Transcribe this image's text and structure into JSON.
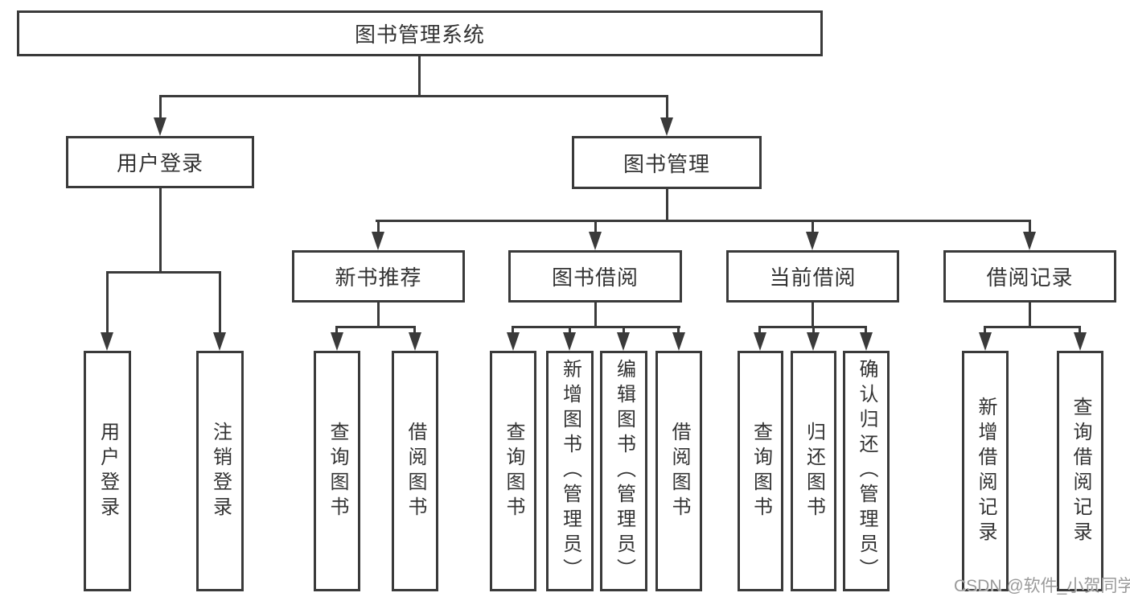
{
  "diagram": {
    "root": {
      "label": "图书管理系统"
    },
    "branches": [
      {
        "label": "用户登录",
        "children": [
          {
            "label": "用户登录"
          },
          {
            "label": "注销登录"
          }
        ]
      },
      {
        "label": "图书管理",
        "children": [
          {
            "label": "新书推荐",
            "children": [
              {
                "label": "查询图书"
              },
              {
                "label": "借阅图书"
              }
            ]
          },
          {
            "label": "图书借阅",
            "children": [
              {
                "label": "查询图书"
              },
              {
                "label": "新增图书（管理员）"
              },
              {
                "label": "编辑图书（管理员）"
              },
              {
                "label": "借阅图书"
              }
            ]
          },
          {
            "label": "当前借阅",
            "children": [
              {
                "label": "查询图书"
              },
              {
                "label": "归还图书"
              },
              {
                "label": "确认归还（管理员）"
              }
            ]
          },
          {
            "label": "借阅记录",
            "children": [
              {
                "label": "新增借阅记录"
              },
              {
                "label": "查询借阅记录"
              }
            ]
          }
        ]
      }
    ]
  },
  "watermark": {
    "text": "CSDN @软件_小贺同学"
  },
  "colors": {
    "line": "#3a3a3a",
    "text": "#333333",
    "background": "#ffffff",
    "watermark": "#9a9a9a"
  }
}
